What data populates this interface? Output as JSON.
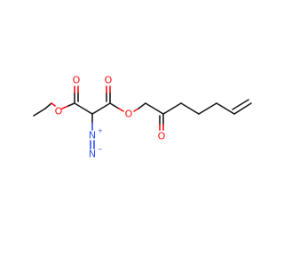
{
  "molecule": {
    "atom_labels": {
      "o_ethyl_ether": "O",
      "o_ethyl_carbonyl": "O",
      "o_ester_carbonyl": "O",
      "o_ester_ether": "O",
      "o_ketone": "O",
      "n_inner": "N",
      "n_outer": "N"
    },
    "charges": {
      "n_inner": "+",
      "n_outer": "−"
    },
    "colors": {
      "carbon_bond": "#1a1a1a",
      "oxygen": "#ff0d0d",
      "nitrogen": "#3050f8"
    }
  }
}
